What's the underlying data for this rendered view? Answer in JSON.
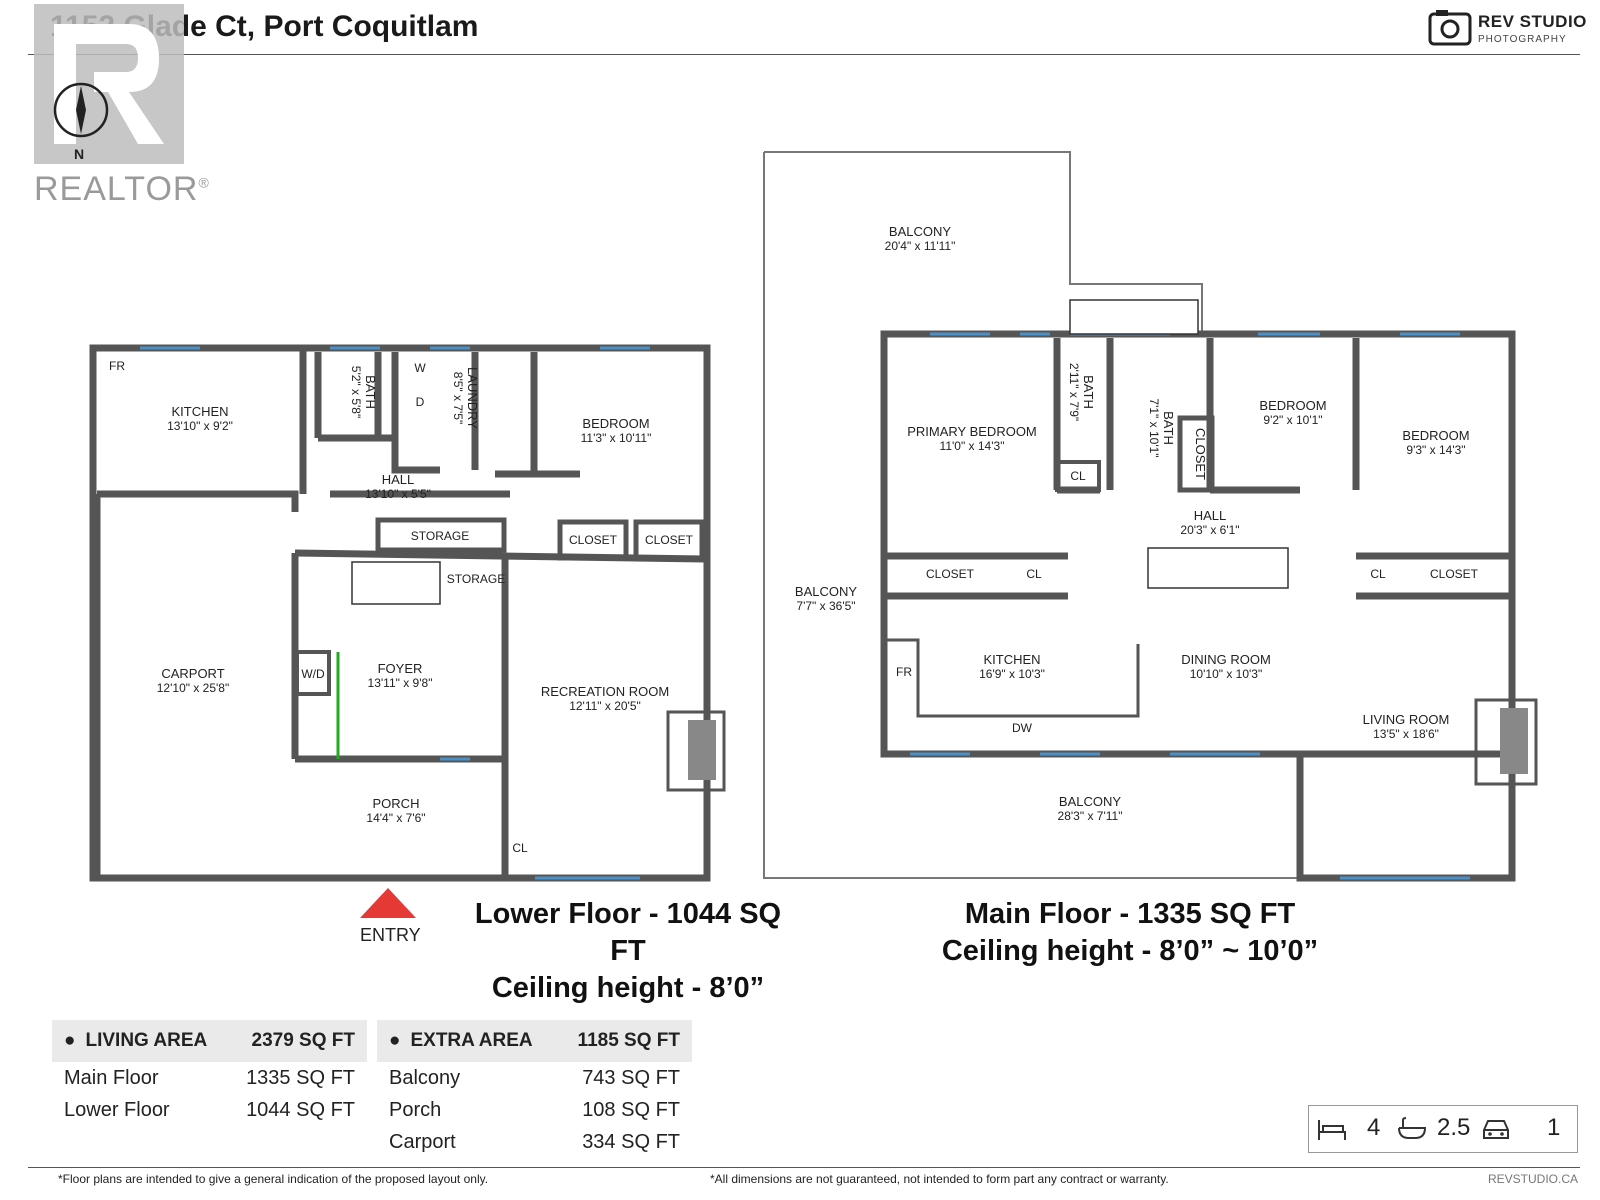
{
  "header": {
    "title": "1152 Glade Ct, Port Coquitlam",
    "brand_name": "REV STUDIO",
    "brand_sub": "PHOTOGRAPHY",
    "realtor_text": "REALTOR",
    "realtor_mark": "®",
    "compass_label": "N"
  },
  "lower_floor": {
    "rooms": {
      "kitchen": {
        "name": "KITCHEN",
        "dim": "13'10\" x 9'2\""
      },
      "fr": "FR",
      "bath": {
        "name": "BATH",
        "dim": "5'2\" x 5'8\""
      },
      "w": "W",
      "d": "D",
      "laundry": {
        "name": "LAUNDRY",
        "dim": "8'5\" x 7'5\""
      },
      "bedroom": {
        "name": "BEDROOM",
        "dim": "11'3\" x 10'11\""
      },
      "hall": {
        "name": "HALL",
        "dim": "13'10\" x 5'5\""
      },
      "storage1": "STORAGE",
      "closet1": "CLOSET",
      "closet2": "CLOSET",
      "storage2": "STORAGE",
      "carport": {
        "name": "CARPORT",
        "dim": "12'10\" x 25'8\""
      },
      "wd": "W/D",
      "foyer": {
        "name": "FOYER",
        "dim": "13'11\" x 9'8\""
      },
      "recreation": {
        "name": "RECREATION ROOM",
        "dim": "12'11\" x 20'5\""
      },
      "porch": {
        "name": "PORCH",
        "dim": "14'4\" x 7'6\""
      },
      "cl": "CL"
    },
    "caption_line1": "Lower Floor - 1044 SQ FT",
    "caption_line2": "Ceiling height - 8’0”",
    "entry": "ENTRY"
  },
  "main_floor": {
    "rooms": {
      "balcony_top": {
        "name": "BALCONY",
        "dim": "20'4\" x 11'11\""
      },
      "primary": {
        "name": "PRIMARY BEDROOM",
        "dim": "11'0\" x 14'3\""
      },
      "bath1": {
        "name": "BATH",
        "dim": "2'11\" x 7'9\""
      },
      "bath2": {
        "name": "BATH",
        "dim": "7'1\" x 10'1\""
      },
      "cl1": "CL",
      "closet_v": "CLOSET",
      "bedroom2": {
        "name": "BEDROOM",
        "dim": "9'2\" x 10'1\""
      },
      "bedroom3": {
        "name": "BEDROOM",
        "dim": "9'3\" x 14'3\""
      },
      "hall": {
        "name": "HALL",
        "dim": "20'3\" x 6'1\""
      },
      "closet_a": "CLOSET",
      "cl2": "CL",
      "cl3": "CL",
      "closet_b": "CLOSET",
      "balcony_side": {
        "name": "BALCONY",
        "dim": "7'7\" x 36'5\""
      },
      "kitchen": {
        "name": "KITCHEN",
        "dim": "16'9\" x 10'3\""
      },
      "fr": "FR",
      "dw": "DW",
      "dining": {
        "name": "DINING ROOM",
        "dim": "10'10\" x 10'3\""
      },
      "living": {
        "name": "LIVING ROOM",
        "dim": "13'5\" x 18'6\""
      },
      "balcony_bottom": {
        "name": "BALCONY",
        "dim": "28'3\" x 7'11\""
      }
    },
    "caption_line1": "Main Floor - 1335 SQ FT",
    "caption_line2": "Ceiling height - 8’0” ~ 10’0”"
  },
  "living_area": {
    "label": "LIVING AREA",
    "total": "2379 SQ FT",
    "rows": [
      {
        "label": "Main Floor",
        "value": "1335 SQ FT"
      },
      {
        "label": "Lower Floor",
        "value": "1044 SQ FT"
      }
    ]
  },
  "extra_area": {
    "label": "EXTRA AREA",
    "total": "1185 SQ FT",
    "rows": [
      {
        "label": "Balcony",
        "value": "743 SQ FT"
      },
      {
        "label": "Porch",
        "value": "108 SQ FT"
      },
      {
        "label": "Carport",
        "value": "334 SQ FT"
      }
    ]
  },
  "stats": {
    "beds": "4",
    "baths": "2.5",
    "parking": "1"
  },
  "footer": {
    "left": "*Floor plans are intended to give a general indication of the proposed layout only.",
    "center": "*All dimensions are not guaranteed, not intended to form part any contract or warranty.",
    "right": "REVSTUDIO.CA"
  }
}
